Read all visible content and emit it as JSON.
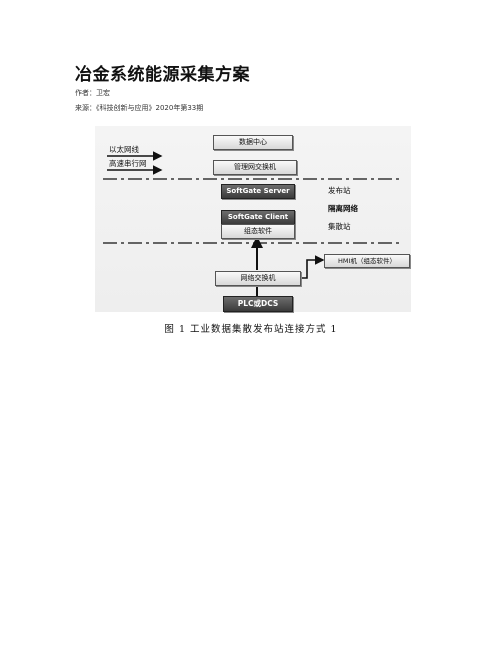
{
  "document": {
    "title": "冶金系统能源采集方案",
    "author": "作者：卫宏",
    "source": "来源：《科技创新与应用》2020年第33期"
  },
  "figure": {
    "left_labels": [
      "以太网线",
      "高速串行网"
    ],
    "boxes": {
      "data_center": "数据中心",
      "mgmt_switch": "管理网交换机",
      "softgate_server": "SoftGate Server",
      "softgate_client": "SoftGate Client",
      "config_software": "组态软件",
      "net_switch": "网络交换机",
      "hmi": "HMI机（组态软件）",
      "plc": "PLC或DCS"
    },
    "right_labels": {
      "publish_station": "发布站",
      "isolation_network": "隔离网络",
      "collect_station": "集散站"
    },
    "caption": "图 1  工业数据集散发布站连接方式 1"
  }
}
